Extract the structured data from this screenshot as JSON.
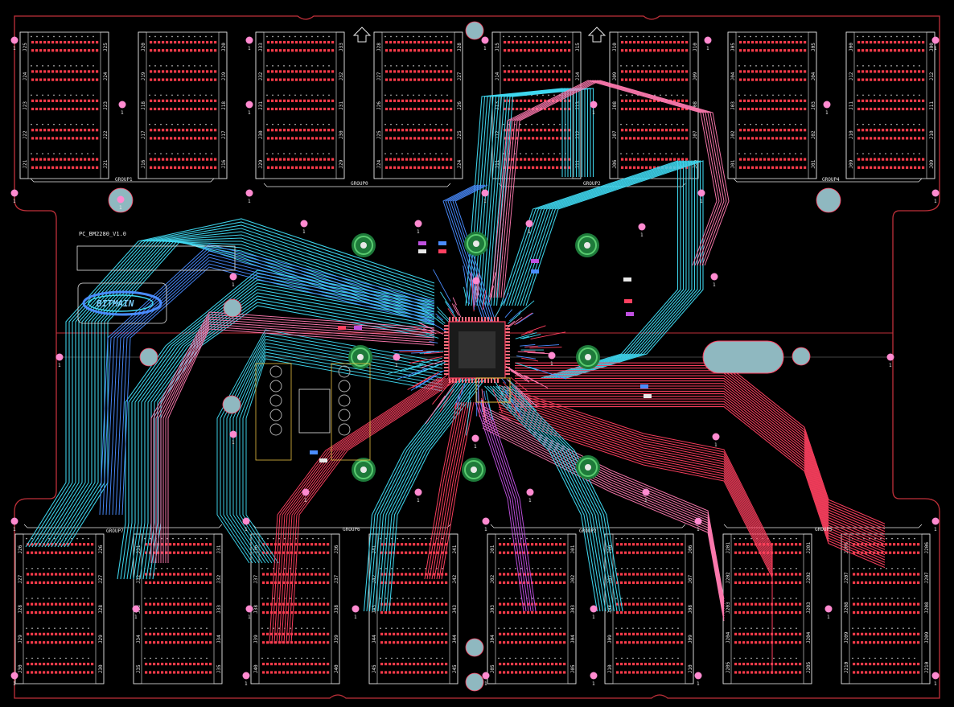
{
  "board": {
    "name": "PC_BM2280_V1.0",
    "logo_text": "BITMAIN"
  },
  "groups": {
    "top_left": "GROUP1",
    "top_mid": "GROUP0",
    "top_right_mid": "GROUP2",
    "top_right": "GROUP4",
    "bottom_left": "GROUP7",
    "bottom_mid": "GROUP6",
    "bottom_right_mid": "GROUP2",
    "bottom_right": "GROUP5"
  },
  "colors": {
    "background": "#000000",
    "outline": "#c0303a",
    "pad": "#ff3b4a",
    "trace_cyan": "#3fd8f0",
    "trace_blue": "#4a8cff",
    "trace_red": "#ff4060",
    "trace_pink": "#ff7ab0",
    "trace_magenta": "#c050e0",
    "white_silk": "#e8e8e8",
    "mount_hole": "#8fb8c0",
    "pin_marker": "#ff8ad0",
    "chip_body": "#202020",
    "green_ring": "#2aa050"
  },
  "top_connector_labels": [
    [
      "J25",
      "J24",
      "J23",
      "J22",
      "J21"
    ],
    [
      "J20",
      "J19",
      "J18",
      "J17",
      "J16"
    ],
    [
      "J33",
      "J32",
      "J31",
      "J30",
      "J29"
    ],
    [
      "J28",
      "J27",
      "J26",
      "J25",
      "J24"
    ],
    [
      "J15",
      "J14",
      "J13",
      "J12",
      "J11"
    ],
    [
      "J10",
      "J09",
      "J08",
      "J07",
      "J06"
    ],
    [
      "J05",
      "J04",
      "J03",
      "J02",
      "J01"
    ],
    [
      "J00",
      "J12",
      "J11",
      "J10",
      "J09"
    ]
  ],
  "bottom_connector_labels": [
    [
      "J26",
      "J27",
      "J28",
      "J29",
      "J30"
    ],
    [
      "J31",
      "J32",
      "J33",
      "J34",
      "J35"
    ],
    [
      "J36",
      "J37",
      "J38",
      "J39",
      "J40"
    ],
    [
      "J41",
      "J42",
      "J43",
      "J44",
      "J45"
    ],
    [
      "J01",
      "J02",
      "J03",
      "J04",
      "J05"
    ],
    [
      "J06",
      "J07",
      "J08",
      "J09",
      "J10"
    ],
    [
      "J201",
      "J202",
      "J203",
      "J204",
      "J205"
    ],
    [
      "J206",
      "J207",
      "J208",
      "J209",
      "J210"
    ]
  ]
}
